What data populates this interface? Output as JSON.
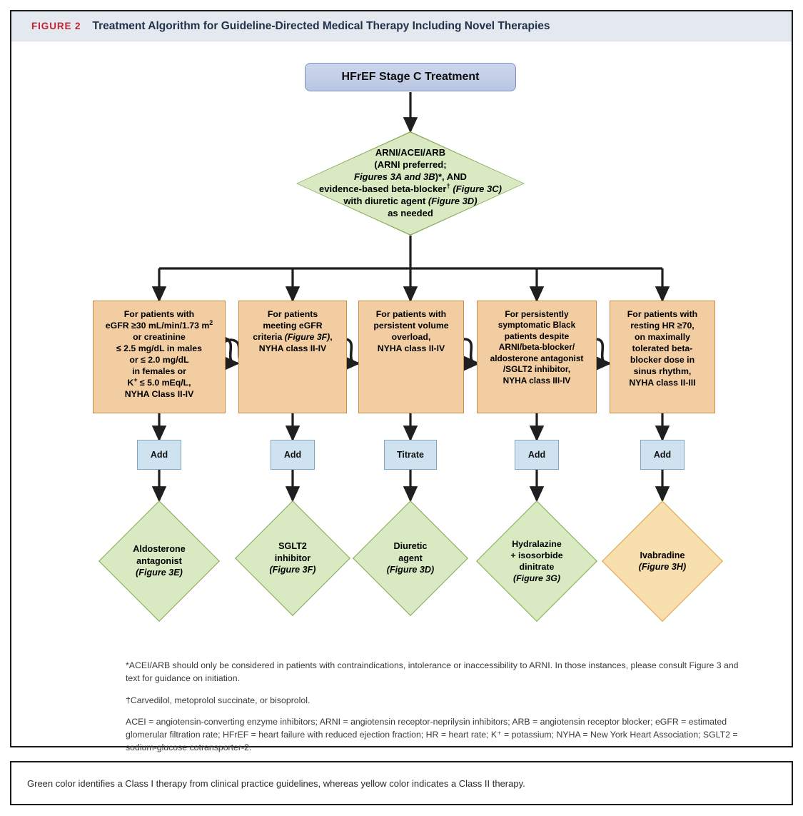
{
  "header": {
    "figure_label": "FIGURE 2",
    "title": "Treatment Algorithm for Guideline-Directed Medical Therapy Including Novel Therapies",
    "label_color": "#c22232",
    "title_color": "#22314a",
    "bar_color": "#e3e9ef"
  },
  "colors": {
    "root_fill": "#c3cee7",
    "root_border": "#7f8fbf",
    "green_fill": "#d9eac3",
    "green_border": "#8cad5e",
    "yellow_fill": "#f7dfae",
    "yellow_border": "#d9a94b",
    "criteria_fill": "#f2cda2",
    "criteria_border": "#c98b45",
    "action_fill": "#cfe2ef",
    "action_border": "#7fa7c4",
    "connector": "#1f1f1f"
  },
  "root": {
    "label": "HFrEF Stage C Treatment"
  },
  "decision": {
    "lines": [
      {
        "text": "ARNI/ACEI/ARB",
        "italic": false
      },
      {
        "text": "(ARNI preferred;",
        "italic": false
      },
      {
        "text": "Figures 3A and 3B)*, AND",
        "italic": "partial"
      },
      {
        "text": "evidence-based beta-blocker† (Figure 3C)",
        "italic": "partial"
      },
      {
        "text": "with diuretic agent (Figure 3D)",
        "italic": "partial"
      },
      {
        "text": "as needed",
        "italic": false
      }
    ],
    "plain": "ARNI/ACEI/ARB (ARNI preferred; Figures 3A and 3B)*, AND evidence-based beta-blocker† (Figure 3C) with diuretic agent (Figure 3D) as needed"
  },
  "branches": [
    {
      "id": "branch-aldosterone",
      "criteria_lines": [
        "For patients with",
        "eGFR ≥30 mL/min/1.73 m²",
        "or creatinine",
        "≤ 2.5 mg/dL in males",
        "or ≤ 2.0 mg/dL",
        "in females or",
        "K⁺ ≤ 5.0 mEq/L,",
        "NYHA Class II-IV"
      ],
      "action": "Add",
      "outcome_lines": [
        "Aldosterone",
        "antagonist",
        "(Figure 3E)"
      ],
      "outcome_class": "green"
    },
    {
      "id": "branch-sglt2",
      "criteria_lines": [
        "For patients",
        "meeting eGFR",
        "criteria (Figure 3F),",
        "NYHA class II-IV"
      ],
      "action": "Add",
      "outcome_lines": [
        "SGLT2",
        "inhibitor",
        "(Figure 3F)"
      ],
      "outcome_class": "green"
    },
    {
      "id": "branch-diuretic",
      "criteria_lines": [
        "For patients with",
        "persistent volume",
        "overload,",
        "NYHA class II-IV"
      ],
      "action": "Titrate",
      "outcome_lines": [
        "Diuretic",
        "agent",
        "(Figure 3D)"
      ],
      "outcome_class": "green"
    },
    {
      "id": "branch-hydralazine",
      "criteria_lines": [
        "For persistently",
        "symptomatic Black",
        "patients despite",
        "ARNI/beta-blocker/",
        "aldosterone antagonist",
        "/SGLT2 inhibitor,",
        "NYHA class III-IV"
      ],
      "action": "Add",
      "outcome_lines": [
        "Hydralazine",
        "+ isosorbide",
        "dinitrate",
        "(Figure 3G)"
      ],
      "outcome_class": "green"
    },
    {
      "id": "branch-ivabradine",
      "criteria_lines": [
        "For patients with",
        "resting HR ≥70,",
        "on maximally",
        "tolerated beta-",
        "blocker dose in",
        "sinus rhythm,",
        "NYHA class II-III"
      ],
      "action": "Add",
      "outcome_lines": [
        "Ivabradine",
        "(Figure 3H)"
      ],
      "outcome_class": "yellow"
    }
  ],
  "footnotes": {
    "asterisk": "*ACEI/ARB should only be considered in patients with contraindications, intolerance or inaccessibility to ARNI. In those instances, please consult Figure 3 and text for guidance on initiation.",
    "dagger": "†Carvedilol, metoprolol succinate, or bisoprolol.",
    "abbreviations": "ACEI = angiotensin-converting enzyme inhibitors; ARNI = angiotensin receptor-neprilysin inhibitors; ARB = angiotensin receptor blocker; eGFR = estimated glomerular filtration rate; HFrEF = heart failure with reduced ejection fraction; HR = heart rate; K⁺ = potassium; NYHA = New York Heart Association; SGLT2 = sodium-glucose cotransporter-2."
  },
  "legend": {
    "caption": "Green color identifies a Class I therapy from clinical practice guidelines, whereas yellow color indicates a Class II therapy."
  }
}
